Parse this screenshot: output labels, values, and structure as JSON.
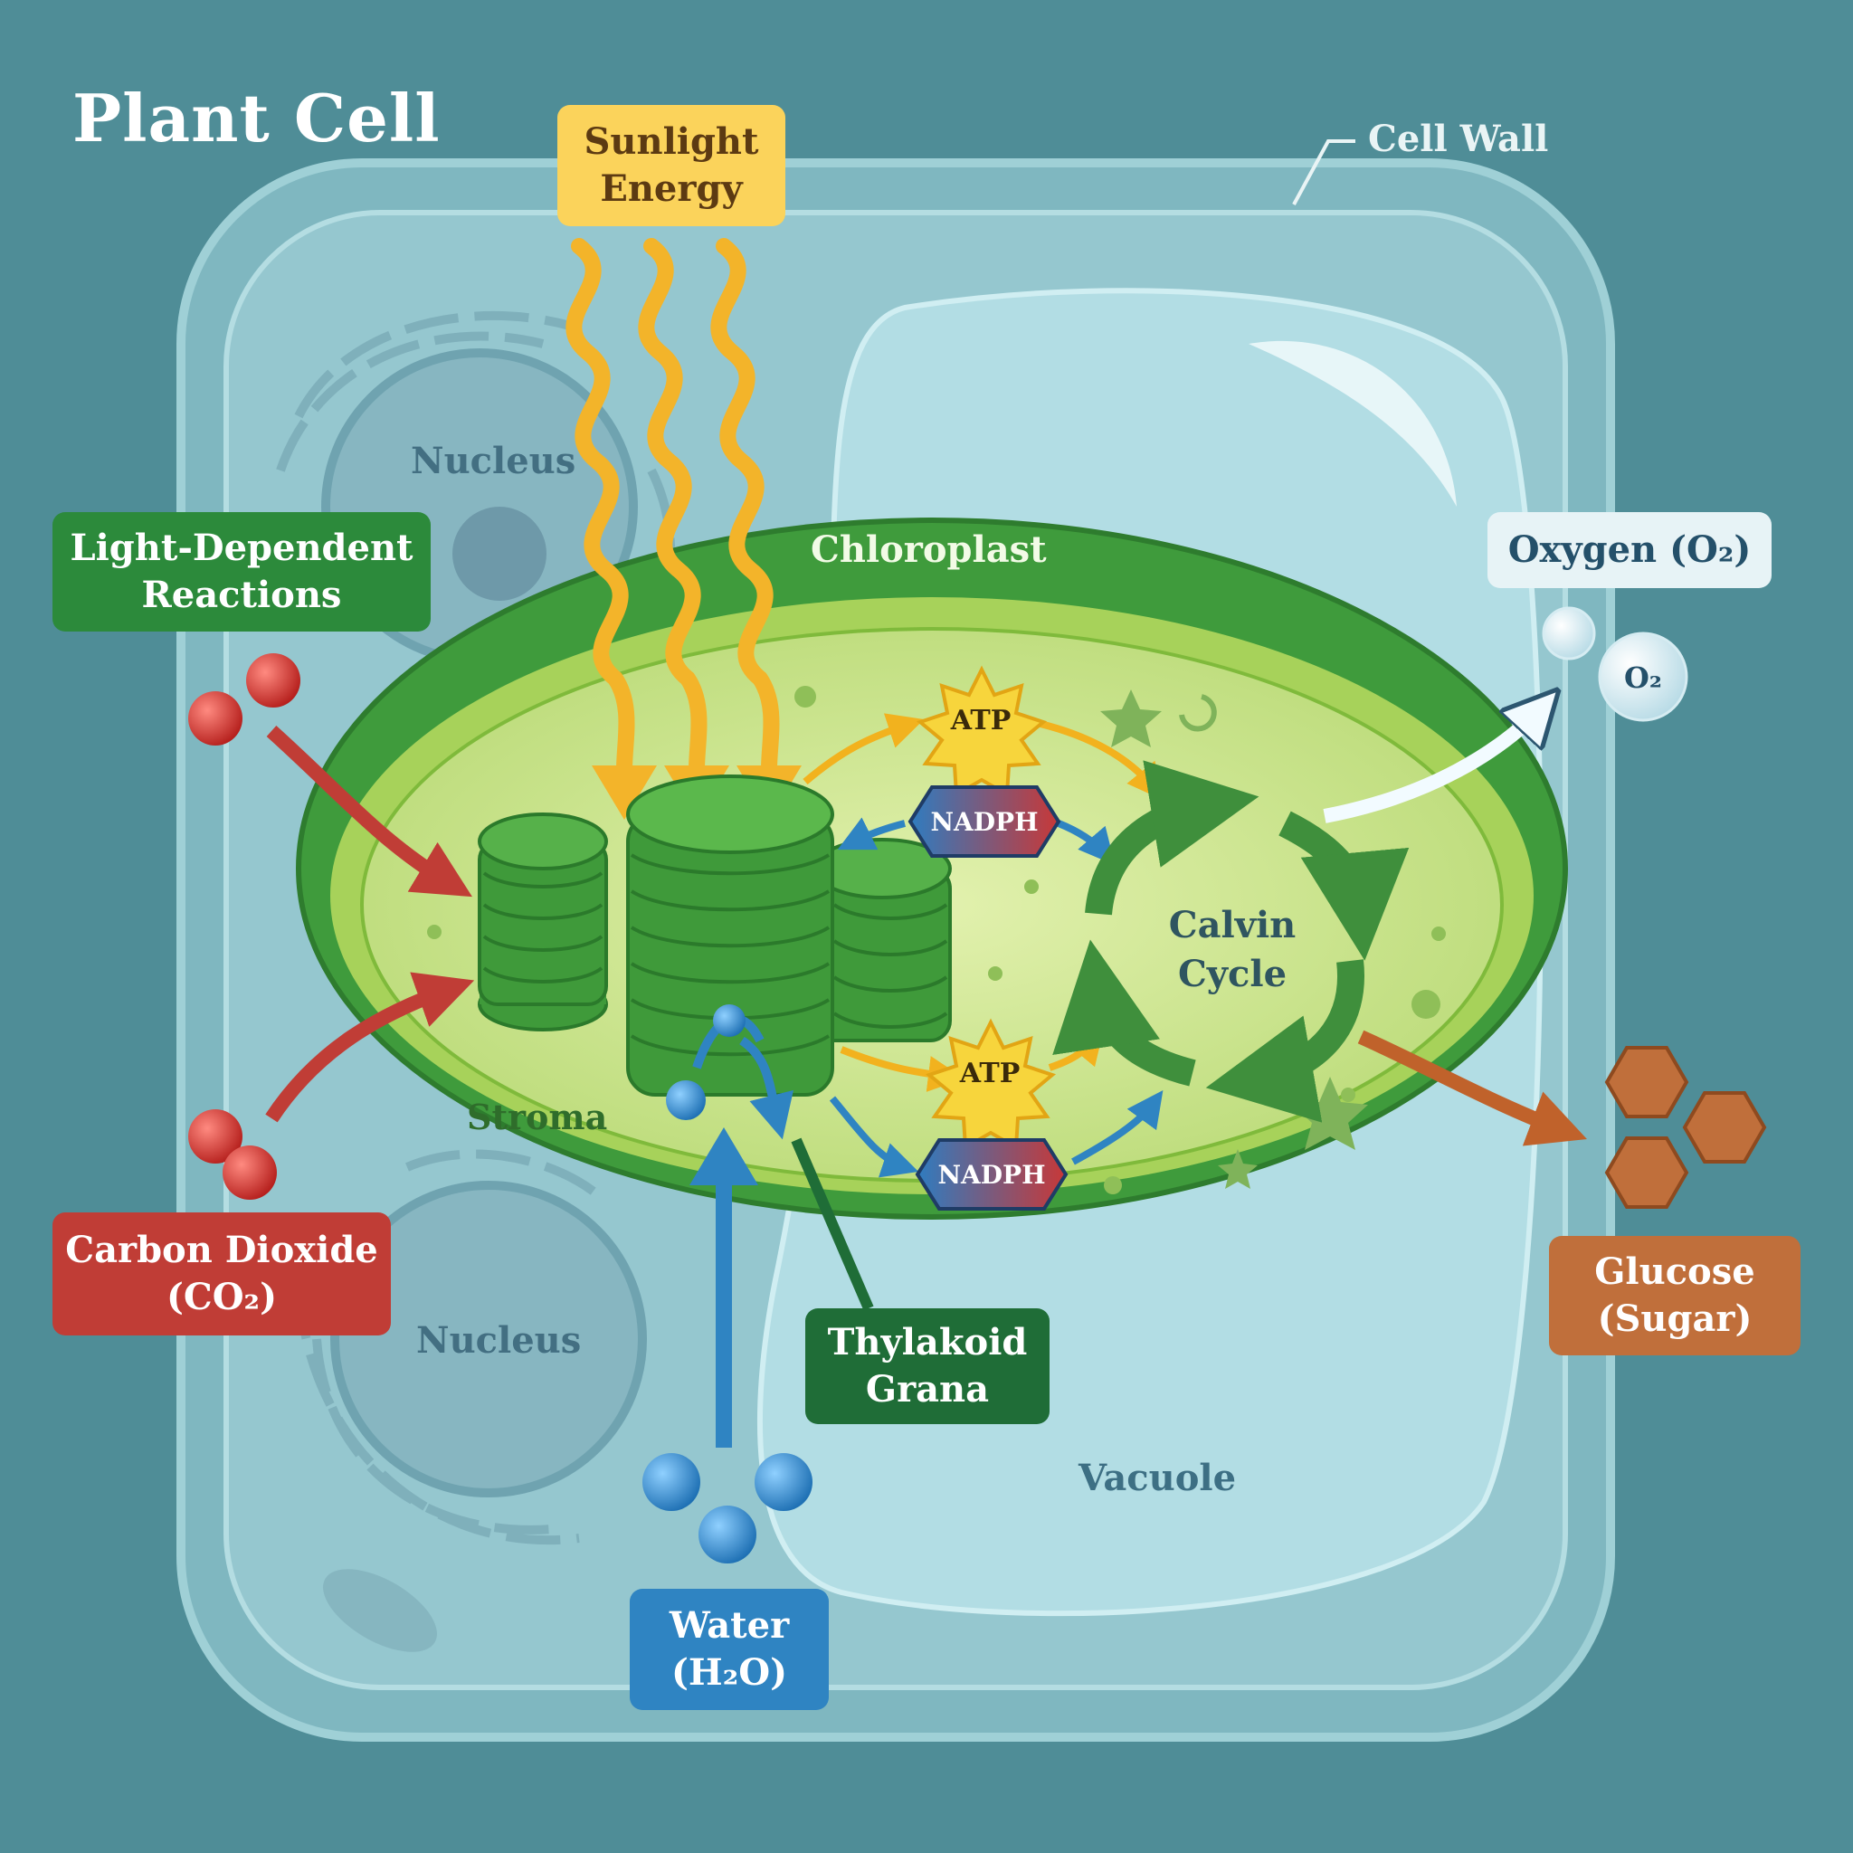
{
  "title": "Plant Cell",
  "labels": {
    "cell_wall": "Cell Wall",
    "nucleus_top": "Nucleus",
    "nucleus_bottom": "Nucleus",
    "chloroplast": "Chloroplast",
    "stroma": "Stroma",
    "vacuole": "Vacuole",
    "calvin_line1": "Calvin",
    "calvin_line2": "Cycle",
    "sunlight_line1": "Sunlight",
    "sunlight_line2": "Energy",
    "light_dep_line1": "Light-Dependent",
    "light_dep_line2": "Reactions",
    "co2_line1": "Carbon Dioxide",
    "co2_line2": "(CO₂)",
    "oxygen": "Oxygen (O₂)",
    "o2_bubble": "O₂",
    "glucose_line1": "Glucose",
    "glucose_line2": "(Sugar)",
    "thylakoid_line1": "Thylakoid",
    "thylakoid_line2": "Grana",
    "water_line1": "Water",
    "water_line2": "(H₂O)",
    "atp_top": "ATP",
    "atp_bottom": "ATP",
    "nadph_top": "NADPH",
    "nadph_bottom": "NADPH"
  },
  "colors": {
    "background": "#4f8d97",
    "cell": "#8fc3cb",
    "chloroplast_outer": "#3f9b3c",
    "stroma": "#c9e48a",
    "sunlight": "#fbd35b",
    "co2": "#c03d36",
    "water": "#2f84c2",
    "glucose": "#c06f3b",
    "atp": "#f7d53c",
    "nadph_blue": "#2f7cc0",
    "nadph_red": "#c83838"
  }
}
